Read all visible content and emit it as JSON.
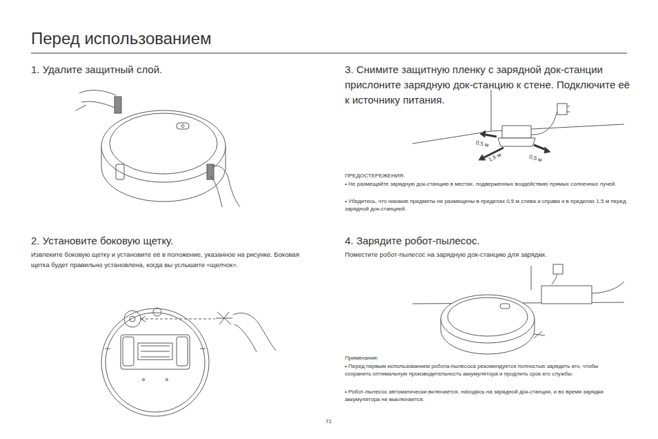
{
  "diagram": {
    "title": "Перед использованием",
    "labels": [
      "1. Удалите защитный слой.",
      "3. Снимите защитную пленку с зарядной док-станции прислоните зарядную док-станцию к стене. Подключите её к источнику питания.",
      "0,5 м",
      "1,5 м",
      "0,5 м",
      "ПРЕДОСТЕРЕЖЕНИЯ:",
      "• Не размещайте зарядную док-станцию в местах, подверженных воздействию прямых солнечных лучей.",
      "• Убедитесь, что никакие предметы не размещены в пределах 0,5 м слева и справа и в пределах 1,5 м перед зарядной док-станцией.",
      "2. Установите боковую щетку.",
      "Извлеките боковую щетку и установите её в положение, указанное на рисунке. Боковая щетка будет правильно установлена, когда вы услышите «щелчок».",
      "4. Зарядите робот-пылесос.",
      "Поместите робот-пылесос на зарядную док-станцию для зарядки.",
      "Примечания:",
      "• Перед первым использованием робота-пылесоса рекомендуется полностью зарядить его, чтобы сохранить оптимальную производительность аккумулятора и продлить срок его службы.",
      "• Робот-пылесос автоматически включается, находясь на зарядной док-станции, и во время зарядки аккумулятора не выключается.",
      "71"
    ]
  }
}
